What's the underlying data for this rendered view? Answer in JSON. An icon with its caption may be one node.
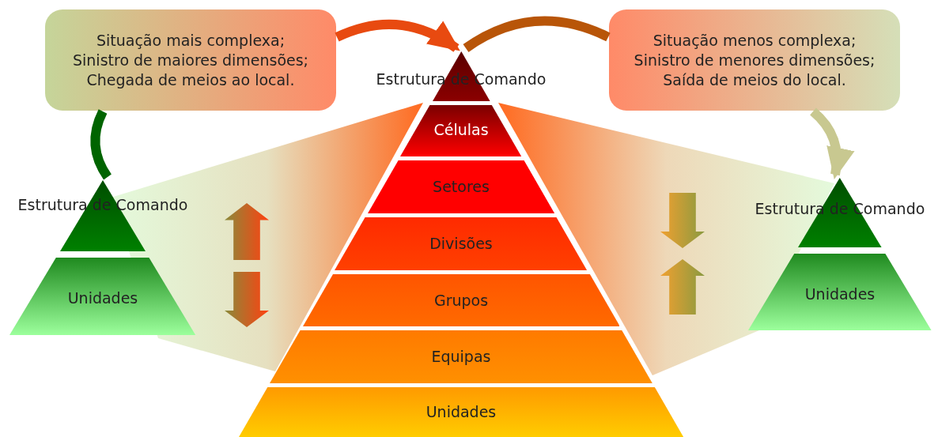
{
  "diagram": {
    "nodes": [
      {
        "text": [
          "Situação mais complexa; Sinistro de maiores dimensões; Chegada de meios ao local."
        ]
      },
      {
        "text": [
          "Situação menos complexa; Sinistro de menores dimensões; Saída de meios do local."
        ]
      },
      {
        "text": [
          "Estrutura de Comando"
        ]
      },
      {
        "text": [
          "Unidades"
        ]
      },
      {
        "text": [
          "Estrutura de Comando"
        ]
      },
      {
        "text": [
          "Células"
        ]
      },
      {
        "text": [
          "Setores"
        ]
      },
      {
        "text": [
          "Divisões"
        ]
      },
      {
        "text": [
          "Grupos"
        ]
      },
      {
        "text": [
          "Equipas"
        ]
      },
      {
        "text": [
          "Unidades"
        ]
      },
      {
        "text": [
          "Estrutura de Comando"
        ]
      },
      {
        "text": [
          "Unidades"
        ]
      }
    ],
    "edges": [
      {
        "from": 2,
        "to": 0,
        "arrow": "none",
        "color": "#006400"
      },
      {
        "from": 0,
        "to": 4,
        "arrow": "to",
        "color": "#e84a10"
      },
      {
        "from": 4,
        "to": 1,
        "arrow": "none",
        "color": "#b85508"
      },
      {
        "from": 1,
        "to": 11,
        "arrow": "to",
        "color": "#c8c890"
      }
    ]
  }
}
